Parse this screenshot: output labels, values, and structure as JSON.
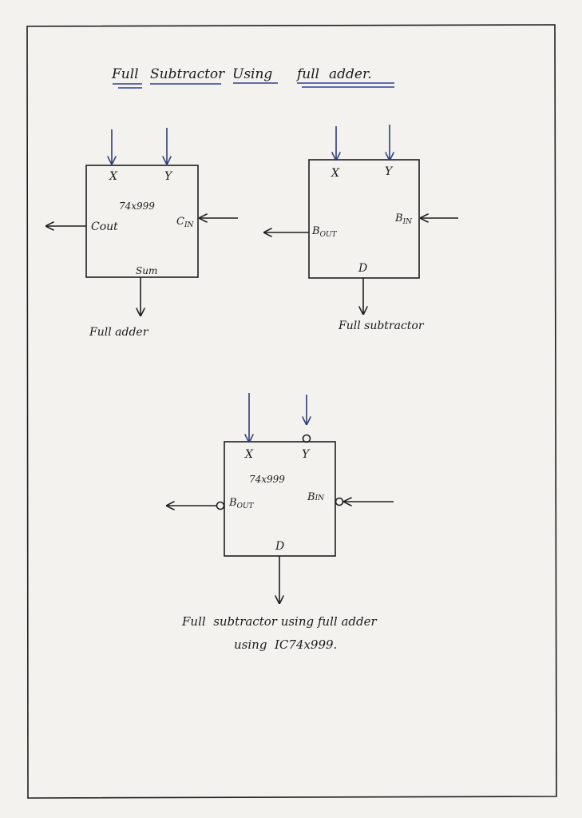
{
  "title": {
    "words": [
      "Full",
      "Subtractor",
      "Using",
      "full",
      "adder."
    ]
  },
  "block_full_adder": {
    "input_x": "X",
    "input_y": "Y",
    "chip": "74x999",
    "carry_out": "Cout",
    "carry_in_main": "C",
    "carry_in_sub": "IN",
    "sum": "Sum",
    "caption": "Full adder"
  },
  "block_full_subtractor": {
    "input_x": "X",
    "input_y": "Y",
    "borrow_in_main": "B",
    "borrow_in_sub": "IN",
    "borrow_out_main": "B",
    "borrow_out_sub": "OUT",
    "difference": "D",
    "caption": "Full subtractor"
  },
  "block_combined": {
    "input_x": "X",
    "input_y": "Y",
    "chip": "74x999",
    "borrow_out_main": "B",
    "borrow_out_sub": "OUT",
    "borrow_in_main": "B",
    "borrow_in_sub": "IN",
    "difference": "D",
    "caption_line1": "Full  subtractor using full adder",
    "caption_line2": "using  IC74x999."
  },
  "colors": {
    "ink": "#1b1b1b",
    "pen_blue": "#2c3e7a",
    "paper": "#f3f2ef"
  }
}
